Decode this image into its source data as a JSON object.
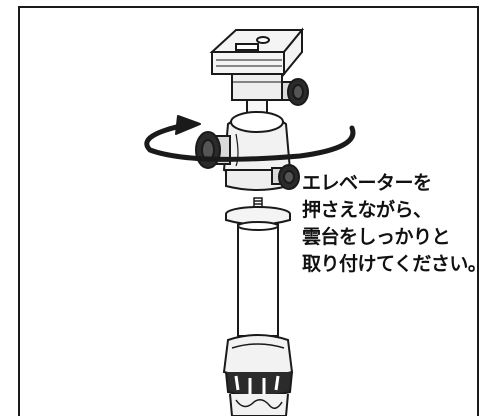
{
  "instruction": {
    "lines": [
      "エレベーターを",
      "押さえながら、",
      "雲台をしっかりと",
      "取り付けてください。"
    ]
  },
  "colors": {
    "line": "#1a1a1a",
    "fill_light": "#f2f2f2",
    "fill_mid": "#d9d9d9",
    "fill_dark": "#2b2b2b"
  },
  "icons": {
    "rotation": "curved-arrow-icon"
  }
}
